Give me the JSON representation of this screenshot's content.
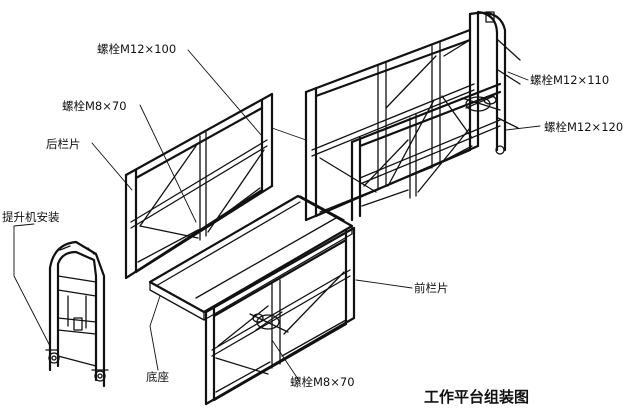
{
  "diagram": {
    "title": "工作平台组装图",
    "labels": {
      "bolt_m12x100": "螺栓M12×100",
      "bolt_m8x70_top": "螺栓M8×70",
      "rear_rail_panel": "后栏片",
      "hoist_install": "提升机安装",
      "bolt_m12x110": "螺栓M12×110",
      "bolt_m12x120": "螺栓M12×120",
      "front_rail_panel": "前栏片",
      "base": "底座",
      "bolt_m8x70_bottom": "螺栓M8×70"
    }
  },
  "colors": {
    "line": "#111111",
    "background": "#ffffff"
  }
}
